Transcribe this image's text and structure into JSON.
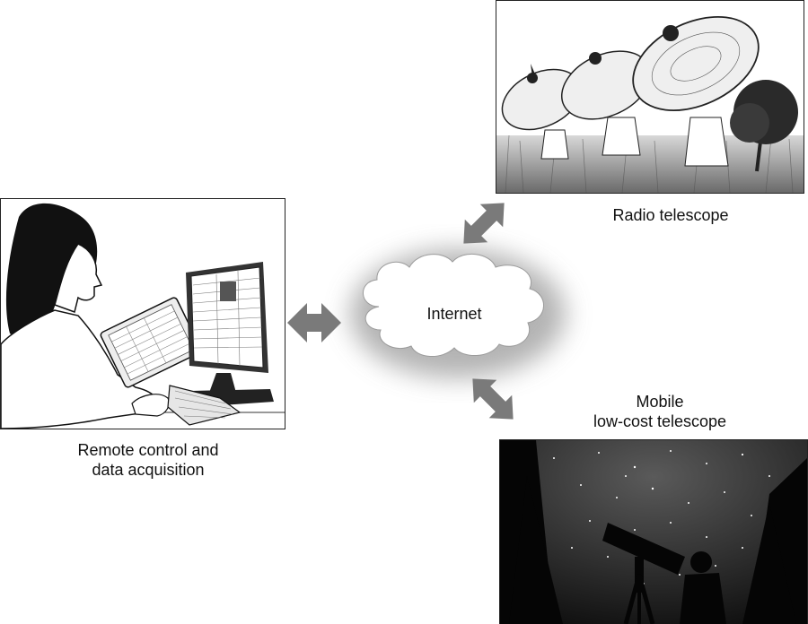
{
  "labels": {
    "internet": "Internet",
    "radio": "Radio telescope",
    "remote": "Remote control and\ndata acquisition",
    "mobile": "Mobile\nlow-cost telescope"
  },
  "colors": {
    "arrow": "#7a7a7a",
    "cloud_glow": "#9a9a9a",
    "panel_border": "#222222"
  },
  "icons": [
    "cloud-icon",
    "double-arrow-icon",
    "radio-dish-icon",
    "telescope-icon",
    "computer-monitor-icon",
    "tablet-icon",
    "keyboard-icon"
  ]
}
